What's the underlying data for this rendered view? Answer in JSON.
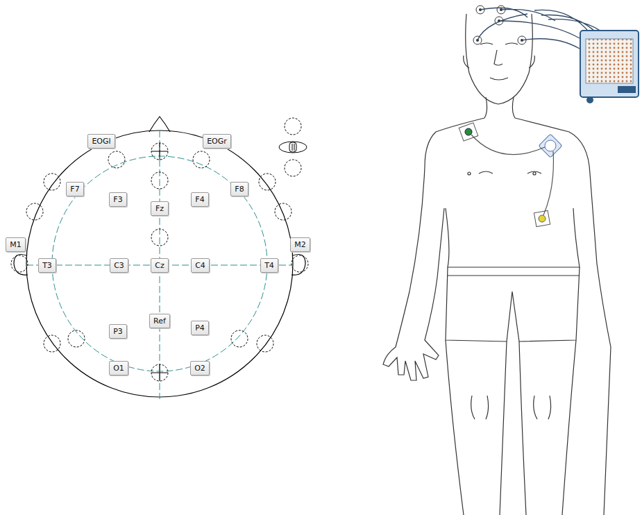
{
  "diagram": {
    "nodes": [
      {
        "text": [
          "EOGl"
        ]
      },
      {
        "text": [
          "EOGr"
        ]
      },
      {
        "text": [
          "F7"
        ]
      },
      {
        "text": [
          "F3"
        ]
      },
      {
        "text": [
          "Fz"
        ]
      },
      {
        "text": [
          "F4"
        ]
      },
      {
        "text": [
          "F8"
        ]
      },
      {
        "text": [
          "M1"
        ]
      },
      {
        "text": [
          "M2"
        ]
      },
      {
        "text": [
          "T3"
        ]
      },
      {
        "text": [
          "C3"
        ]
      },
      {
        "text": [
          "Cz"
        ]
      },
      {
        "text": [
          "C4"
        ]
      },
      {
        "text": [
          "T4"
        ]
      },
      {
        "text": [
          "Ref"
        ]
      },
      {
        "text": [
          "P3"
        ]
      },
      {
        "text": [
          "P4"
        ]
      },
      {
        "text": [
          "O1"
        ]
      },
      {
        "text": [
          "O2"
        ]
      }
    ]
  }
}
